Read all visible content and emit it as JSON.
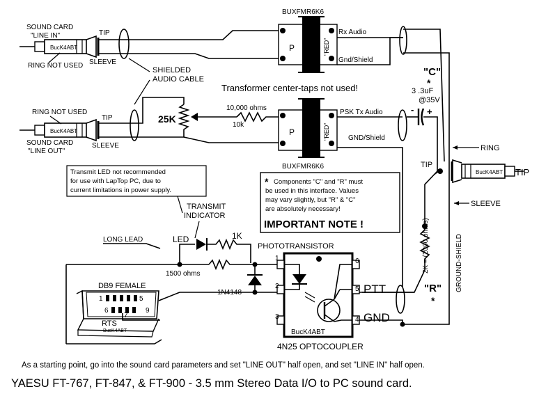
{
  "labels": {
    "sc_line_in": "SOUND CARD",
    "sc_line_in_2": "\"LINE IN\"",
    "ring_not_used_top": "RING NOT USED",
    "tip_top": "TIP",
    "sleeve_top": "SLEEVE",
    "shielded_1": "SHIELDED",
    "shielded_2": "AUDIO CABLE",
    "buck_plug": "BucK4ABT",
    "ring_not_used_bot": "RING NOT USED",
    "tip_bot": "TIP",
    "sc_line_out": "SOUND CARD",
    "sc_line_out_2": "\"LINE OUT\"",
    "sleeve_bot": "SLEEVE",
    "pot": "25K",
    "resistor_ohms": "10,000 ohms",
    "resistor_10k": "10k",
    "xfmr_top_name": "BUXFMR6K6",
    "xfmr_bot_name": "BUXFMR6K6",
    "xfmr_p": "P",
    "xfmr_red": "\"RED\"",
    "rx_audio": "Rx Audio",
    "gnd_shield_top": "Gnd/Shield",
    "psk_tx": "PSK Tx Audio",
    "gnd_shield_bot": "GND/Shield",
    "center_taps": "Transformer center-taps not used!",
    "cap_letter": "\"C\"",
    "cap_star": "*",
    "cap_value": "3 .3uF",
    "cap_voltage": "@35V",
    "cap_minus": "-",
    "cap_plus": "+",
    "ring_right": "RING",
    "tip_right": "TIP",
    "tip_right2": "TIP",
    "sleeve_right": "SLEEVE",
    "ground_shield": "GROUND-SHIELD",
    "r2k": "2K = (2000 ohms)",
    "r_letter": "\"R\"",
    "r_star": "*",
    "note_star": "*",
    "note_1": "Components \"C\" and \"R\" must",
    "note_2": "be used in this interface. Values",
    "note_3": "may vary slightly, but \"R\" &  \"C\"",
    "note_4": "are absolutely necessary!",
    "important": "IMPORTANT NOTE !",
    "led_note_1": "Transmit LED not recommended",
    "led_note_2": "for use with LapTop PC, due to",
    "led_note_3": "current limitations in power supply.",
    "transmit_1": "TRANSMIT",
    "transmit_2": "INDICATOR",
    "long_lead": "LONG LEAD",
    "led": "LED",
    "r1k": "1K",
    "r1500": "1500 ohms",
    "diode": "1N4148",
    "phototransistor": "PHOTOTRANSISTOR",
    "ptt": "PTT",
    "gnd": "GND",
    "pin1": "1",
    "pin2": "2",
    "pin3": "3",
    "pin4": "4",
    "pin5": "5",
    "pin6": "6",
    "opto_buck": "BucK4ABT",
    "optocoupler": "4N25  OPTOCOUPLER",
    "db9": "DB9 FEMALE",
    "db9_1": "1",
    "db9_5": "5",
    "db9_6": "6",
    "db9_9": "9",
    "rts": "RTS",
    "db9_7": "7",
    "db9_buck": "BucK4ABT",
    "footer_1": "As a starting point, go into the sound card parameters and set \"LINE OUT\" half open, and set \"LINE IN\" half open.",
    "footer_2": "YAESU FT-767, FT-847, & FT-900 - 3.5 mm Stereo Data I/O to PC sound card."
  }
}
